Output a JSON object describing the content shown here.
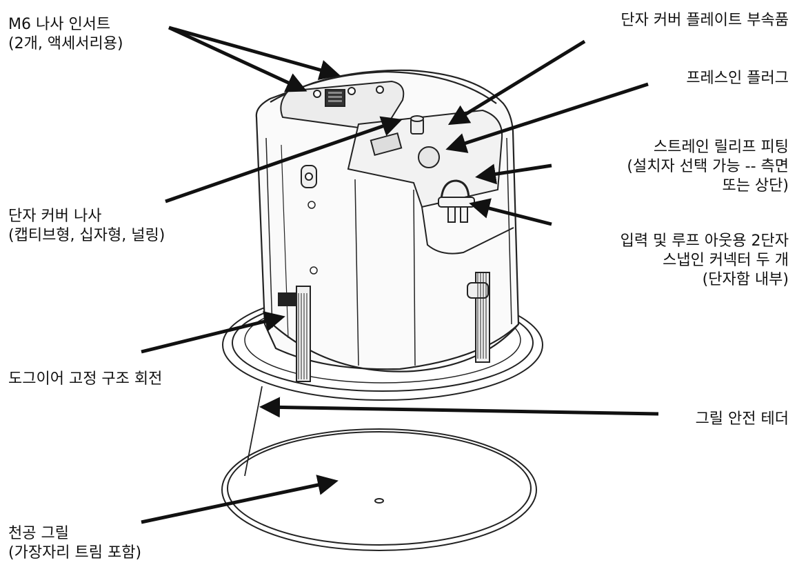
{
  "diagram": {
    "labels": {
      "m6_insert": [
        "M6 나사 인서트",
        "(2개, 액세서리용)"
      ],
      "terminal_cover_plate": [
        "단자 커버 플레이트 부속품"
      ],
      "press_in_plug": [
        "프레스인 플러그"
      ],
      "strain_relief": [
        "스트레인 릴리프 피팅",
        "(설치자 선택 가능 -- 측면",
        "또는 상단)"
      ],
      "terminal_cover_screw": [
        "단자 커버 나사",
        "(캡티브형, 십자형, 널링)"
      ],
      "snap_connectors": [
        "입력 및 루프 아웃용 2단자",
        "스냅인 커넥터 두 개",
        "(단자함 내부)"
      ],
      "dog_ear": [
        "도그이어 고정 구조 회전"
      ],
      "grille_tether": [
        "그릴 안전 테더"
      ],
      "ceiling_grille": [
        "천공 그릴",
        "(가장자리 트림 포함)"
      ]
    }
  }
}
